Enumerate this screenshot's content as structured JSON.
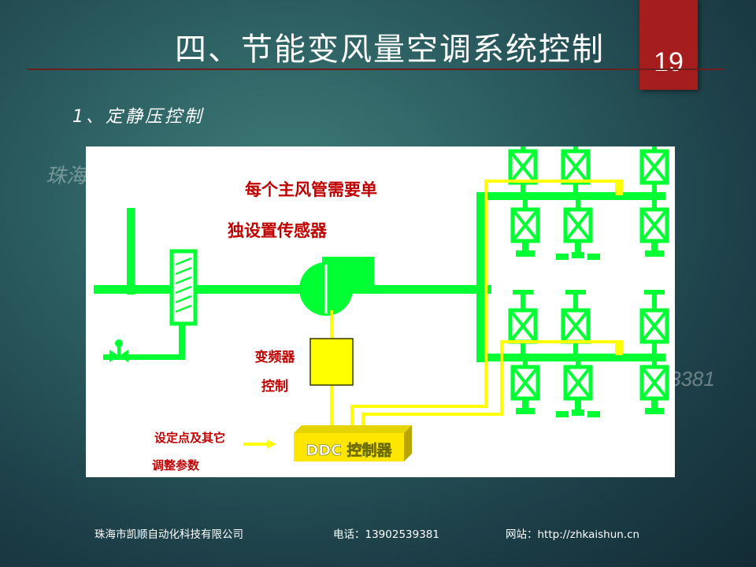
{
  "slide": {
    "title": "四、节能变风量空调系统控制",
    "page_number": "19",
    "section_heading": "1、定静压控制"
  },
  "watermark": {
    "left": "珠海",
    "right": "3381"
  },
  "diagram": {
    "note_line1": "每个主风管需要单",
    "note_line2": "独设置传感器",
    "vfd_label_line1": "变频器",
    "vfd_label_line2": "控制",
    "ddc_label": "DDC 控制器",
    "setpoint_label_line1": "设定点及其它",
    "setpoint_label_line2": "调整参数"
  },
  "footer": {
    "company": "珠海市凯顺自动化科技有限公司",
    "phone": "电话：13902539381",
    "website": "网站：http://zhkaishun.cn"
  },
  "colors": {
    "duct": "#00ff33",
    "signal": "#ffff00",
    "label_red": "#c00000",
    "badge": "#a51d1d"
  }
}
